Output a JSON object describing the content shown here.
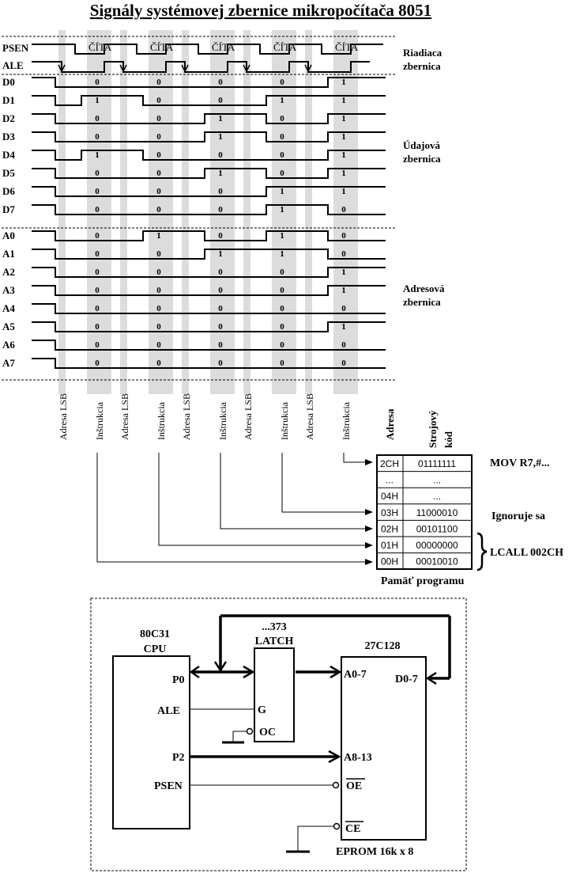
{
  "title": "Signály systémovej zbernice mikropočítača 8051",
  "groups": {
    "control": [
      "Riadiaca",
      "zbernica"
    ],
    "data": [
      "Údajová",
      "zbernica"
    ],
    "address": [
      "Adresová",
      "zbernica"
    ]
  },
  "read_label": "ČÍTA",
  "cycles": 5,
  "control_rows": [
    {
      "name": "PSEN"
    },
    {
      "name": "ALE"
    }
  ],
  "data_rows": [
    {
      "name": "D0",
      "bits": [
        "0",
        "0",
        "0",
        "0",
        "1"
      ]
    },
    {
      "name": "D1",
      "bits": [
        "1",
        "0",
        "0",
        "1",
        "1"
      ]
    },
    {
      "name": "D2",
      "bits": [
        "0",
        "0",
        "1",
        "0",
        "1"
      ]
    },
    {
      "name": "D3",
      "bits": [
        "0",
        "0",
        "1",
        "0",
        "1"
      ]
    },
    {
      "name": "D4",
      "bits": [
        "1",
        "0",
        "0",
        "0",
        "1"
      ]
    },
    {
      "name": "D5",
      "bits": [
        "0",
        "0",
        "1",
        "0",
        "1"
      ]
    },
    {
      "name": "D6",
      "bits": [
        "0",
        "0",
        "0",
        "1",
        "1"
      ]
    },
    {
      "name": "D7",
      "bits": [
        "0",
        "0",
        "0",
        "1",
        "0"
      ]
    }
  ],
  "address_rows": [
    {
      "name": "A0",
      "bits": [
        "0",
        "1",
        "0",
        "1",
        "0"
      ]
    },
    {
      "name": "A1",
      "bits": [
        "0",
        "0",
        "1",
        "1",
        "0"
      ]
    },
    {
      "name": "A2",
      "bits": [
        "0",
        "0",
        "0",
        "0",
        "1"
      ]
    },
    {
      "name": "A3",
      "bits": [
        "0",
        "0",
        "0",
        "0",
        "1"
      ]
    },
    {
      "name": "A4",
      "bits": [
        "0",
        "0",
        "0",
        "0",
        "0"
      ]
    },
    {
      "name": "A5",
      "bits": [
        "0",
        "0",
        "0",
        "0",
        "1"
      ]
    },
    {
      "name": "A6",
      "bits": [
        "0",
        "0",
        "0",
        "0",
        "0"
      ]
    },
    {
      "name": "A7",
      "bits": [
        "0",
        "0",
        "0",
        "0",
        "0"
      ]
    }
  ],
  "phase_labels": [
    "Adresa LSB",
    "Inštrukcia"
  ],
  "memory": {
    "headers": [
      "Adresa",
      "Strojový kód"
    ],
    "rows": [
      {
        "addr": "2CH",
        "code": "01111111"
      },
      {
        "addr": "...",
        "code": "..."
      },
      {
        "addr": "04H",
        "code": "..."
      },
      {
        "addr": "03H",
        "code": "11000010"
      },
      {
        "addr": "02H",
        "code": "00101100"
      },
      {
        "addr": "01H",
        "code": "00000000"
      },
      {
        "addr": "00H",
        "code": "00010010"
      }
    ],
    "caption": "Pamäť programu",
    "notes": {
      "mov": "MOV R7,#...",
      "ignore": "Ignoruje sa",
      "lcall": "LCALL 002CH"
    }
  },
  "schematic": {
    "cpu": {
      "title": [
        "80C31",
        "CPU"
      ],
      "pins": [
        "P0",
        "ALE",
        "P2",
        "PSEN"
      ]
    },
    "latch": {
      "title": [
        "...373",
        "LATCH"
      ],
      "pins": [
        "G",
        "OC"
      ]
    },
    "eprom": {
      "title": "27C128",
      "pins": [
        "A0-7",
        "D0-7",
        "A8-13",
        "OE",
        "CE"
      ],
      "caption": "EPROM 16k x 8"
    }
  }
}
